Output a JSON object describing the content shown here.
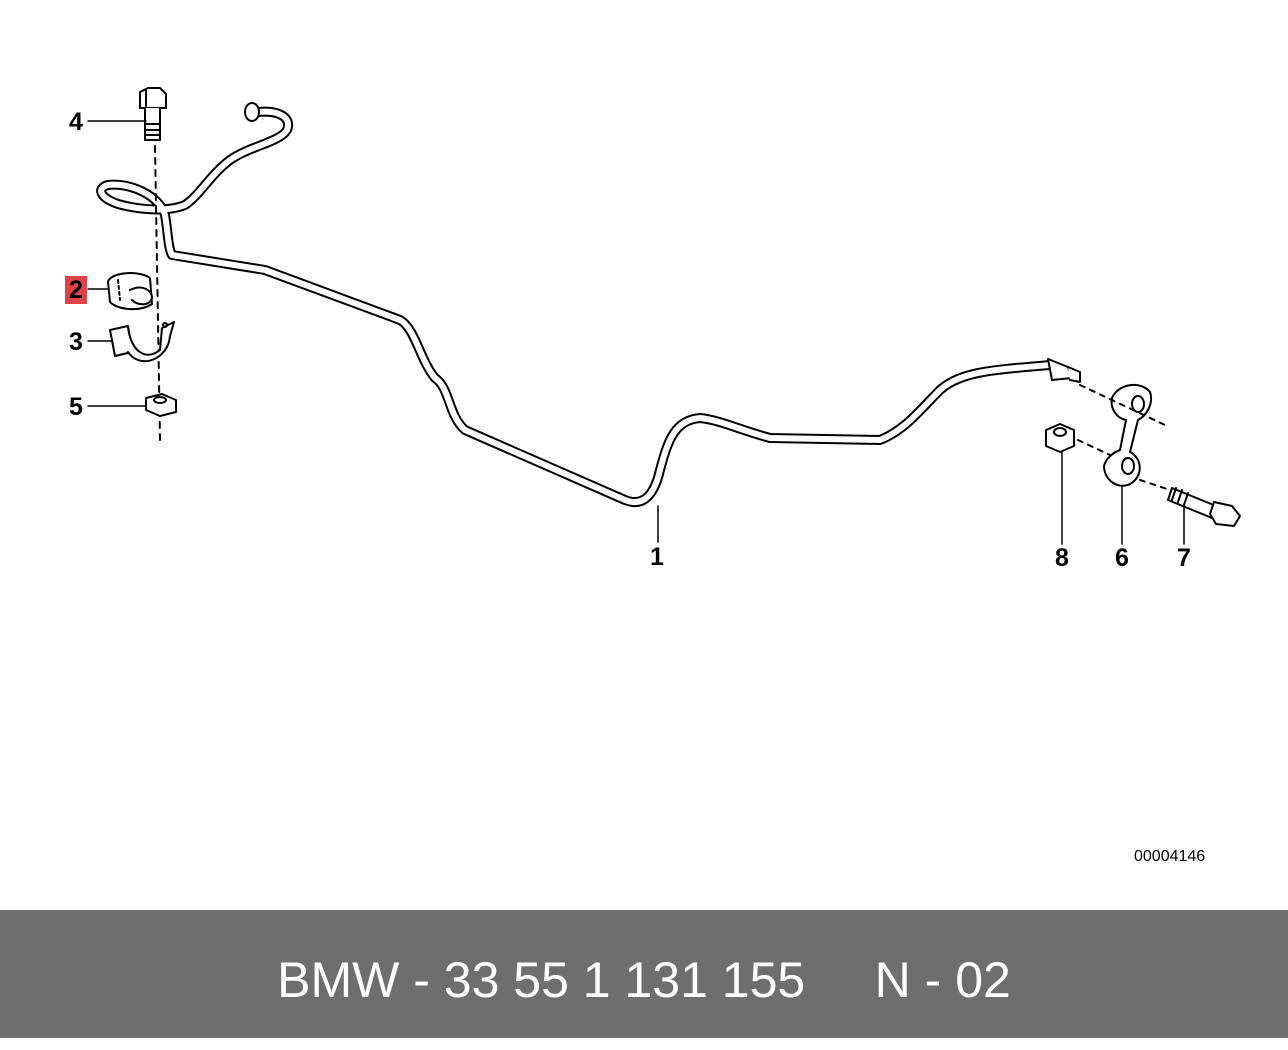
{
  "diagram": {
    "callouts": [
      {
        "id": "1",
        "label": "1"
      },
      {
        "id": "2",
        "label": "2",
        "highlighted": true
      },
      {
        "id": "3",
        "label": "3"
      },
      {
        "id": "4",
        "label": "4"
      },
      {
        "id": "5",
        "label": "5"
      },
      {
        "id": "6",
        "label": "6"
      },
      {
        "id": "7",
        "label": "7"
      },
      {
        "id": "8",
        "label": "8"
      }
    ],
    "reference_code": "00004146",
    "highlight_color": "#e0424a"
  },
  "footer": {
    "brand": "BMW",
    "part_number": "33 55 1 131 155",
    "position": "N - 02",
    "text": "BMW - 33 55 1 131 155     N - 02",
    "background_color": "#6e6e6e"
  }
}
